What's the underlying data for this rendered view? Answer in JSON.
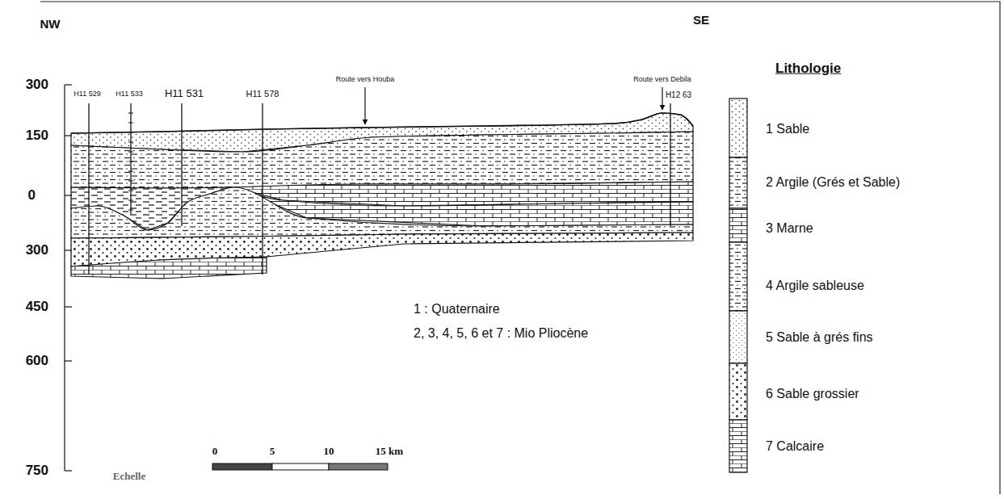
{
  "diagram": {
    "labels": [
      "NW",
      "SE",
      "300",
      "150",
      "0",
      "300",
      "450",
      "600",
      "750",
      "H11 529",
      "H11 533",
      "H11 531",
      "H11 578",
      "H12 63",
      "Route vers Houba",
      "Route vers Debila",
      "Lithologie",
      "1 : Quaternaire",
      "2, 3, 4, 5, 6 et 7 : Mio Pliocène",
      "0",
      "5",
      "10",
      "15 km",
      "Echelle"
    ],
    "legend": [
      {
        "text": "1 Sable"
      },
      {
        "text": "2 Argile (Grés et Sable)"
      },
      {
        "text": "3 Marne"
      },
      {
        "text": "4 Argile sableuse"
      },
      {
        "text": "5 Sable à grés fins"
      },
      {
        "text": "6 Sable grossier"
      },
      {
        "text": "7 Calcaire"
      }
    ]
  }
}
